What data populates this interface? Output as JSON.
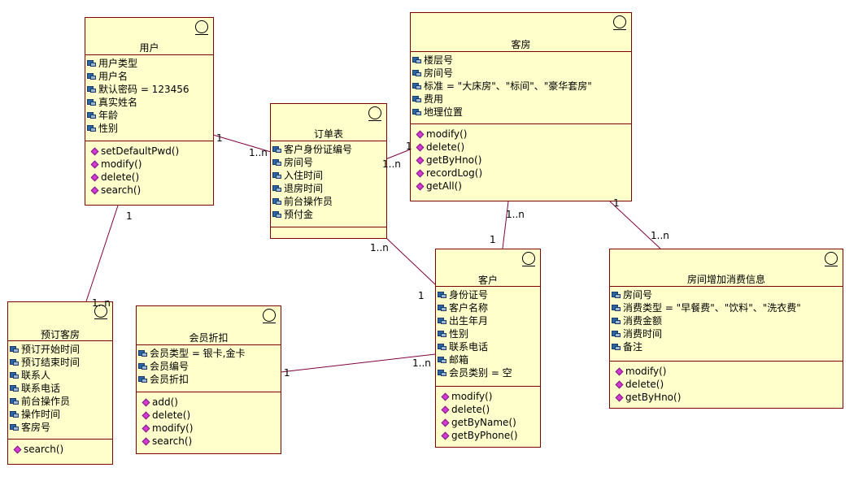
{
  "classes": {
    "user": {
      "name": "用户",
      "attributes": [
        "用户类型",
        "用户名",
        "默认密码 = 123456",
        "真实姓名",
        "年龄",
        "性别"
      ],
      "operations": [
        "setDefaultPwd()",
        "modify()",
        "delete()",
        "search()"
      ]
    },
    "order": {
      "name": "订单表",
      "attributes": [
        "客户身份证编号",
        "房间号",
        "入住时间",
        "退房时间",
        "前台操作员",
        "预付金"
      ],
      "operations": []
    },
    "room": {
      "name": "客房",
      "attributes": [
        "楼层号",
        "房间号",
        "标准 = \"大床房\"、\"标间\"、\"豪华套房\"",
        "费用",
        "地理位置"
      ],
      "operations": [
        "modify()",
        "delete()",
        "getByHno()",
        "recordLog()",
        "getAll()"
      ]
    },
    "reserve": {
      "name": "预订客房",
      "attributes": [
        "预订开始时间",
        "预订结束时间",
        "联系人",
        "联系电话",
        "前台操作员",
        "操作时间",
        "客房号"
      ],
      "operations": [
        "search()"
      ]
    },
    "member": {
      "name": "会员折扣",
      "attributes": [
        "会员类型 = 银卡,金卡",
        "会员编号",
        "会员折扣"
      ],
      "operations": [
        "add()",
        "delete()",
        "modify()",
        "search()"
      ]
    },
    "customer": {
      "name": "客户",
      "attributes": [
        "身份证号",
        "客户名称",
        "出生年月",
        "性别",
        "联系电话",
        "邮箱",
        "会员类别 = 空"
      ],
      "operations": [
        "modify()",
        "delete()",
        "getByName()",
        "getByPhone()"
      ]
    },
    "extra": {
      "name": "房间增加消费信息",
      "attributes": [
        "房间号",
        "消费类型 = \"早餐费\"、\"饮料\"、\"洗衣费\"",
        "消费金额",
        "消费时间",
        "备注"
      ],
      "operations": [
        "modify()",
        "delete()",
        "getByHno()"
      ]
    }
  },
  "multiplicities": {
    "user_order_user": "1",
    "user_order_order": "1..n",
    "user_reserve_user": "1",
    "user_reserve_reserve": "1..n",
    "room_order_room": "1",
    "room_order_order": "1..n",
    "order_customer_order": "1..n",
    "order_customer_customer": "1",
    "room_customer_room": "1..n",
    "room_customer_customer": "1",
    "room_extra_room": "1",
    "room_extra_extra": "1..n",
    "member_customer_member": "1",
    "member_customer_customer": "1..n"
  },
  "colors": {
    "class_fill": "#ffffcc",
    "class_border": "#800000",
    "association_line": "#800040"
  }
}
